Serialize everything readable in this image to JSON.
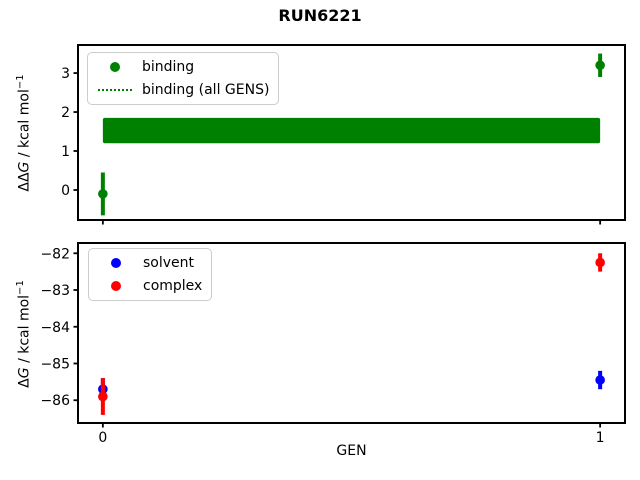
{
  "title": "RUN6221",
  "accent_colors": {
    "binding": "#008000",
    "solvent": "#0000ff",
    "complex": "#ff0000",
    "axes": "#000000"
  },
  "panels": {
    "top": {
      "ylabel": {
        "prefix": "ΔΔ",
        "var": "G",
        "unit": " / kcal mol",
        "sup": "−1"
      },
      "legend": [
        {
          "label": "binding",
          "marker": "dot",
          "color": "#008000"
        },
        {
          "label": "binding (all GENS)",
          "marker": "dotted-line",
          "color": "#008000"
        }
      ]
    },
    "bottom": {
      "ylabel": {
        "prefix": "Δ",
        "var": "G",
        "unit": " / kcal mol",
        "sup": "−1"
      },
      "xlabel": "GEN",
      "legend": [
        {
          "label": "solvent",
          "marker": "dot",
          "color": "#0000ff"
        },
        {
          "label": "complex",
          "marker": "dot",
          "color": "#ff0000"
        }
      ]
    }
  },
  "chart_data": [
    {
      "type": "scatter",
      "panel": "top",
      "title": "RUN6221",
      "ylabel": "ΔΔG / kcal mol⁻¹",
      "xlabel": "",
      "xlim": [
        -0.05,
        1.05
      ],
      "ylim": [
        -0.77,
        3.72
      ],
      "xticks": [
        0,
        1
      ],
      "xticklabels": [],
      "yticks": [
        0,
        1,
        2,
        3
      ],
      "grid": false,
      "legend_position": "upper left",
      "series": [
        {
          "name": "binding (all GENS)",
          "type": "band",
          "color": "#008000",
          "x": [
            0,
            1
          ],
          "y_low": 1.2,
          "y_high": 1.85
        },
        {
          "name": "binding",
          "type": "scatter",
          "color": "#008000",
          "x": [
            0,
            1
          ],
          "y": [
            -0.1,
            3.2
          ],
          "yerr": [
            0.55,
            0.3
          ]
        }
      ]
    },
    {
      "type": "scatter",
      "panel": "bottom",
      "title": "",
      "ylabel": "ΔG / kcal mol⁻¹",
      "xlabel": "GEN",
      "xlim": [
        -0.05,
        1.05
      ],
      "ylim": [
        -86.62,
        -81.72
      ],
      "xticks": [
        0,
        1
      ],
      "xticklabels": [
        "0",
        "1"
      ],
      "yticks": [
        -82,
        -83,
        -84,
        -85,
        -86
      ],
      "grid": false,
      "legend_position": "upper left",
      "series": [
        {
          "name": "solvent",
          "type": "scatter",
          "color": "#0000ff",
          "x": [
            0,
            1
          ],
          "y": [
            -85.7,
            -85.45
          ],
          "yerr": [
            0.3,
            0.25
          ]
        },
        {
          "name": "complex",
          "type": "scatter",
          "color": "#ff0000",
          "x": [
            0,
            1
          ],
          "y": [
            -85.9,
            -82.25
          ],
          "yerr": [
            0.5,
            0.25
          ]
        }
      ]
    }
  ]
}
